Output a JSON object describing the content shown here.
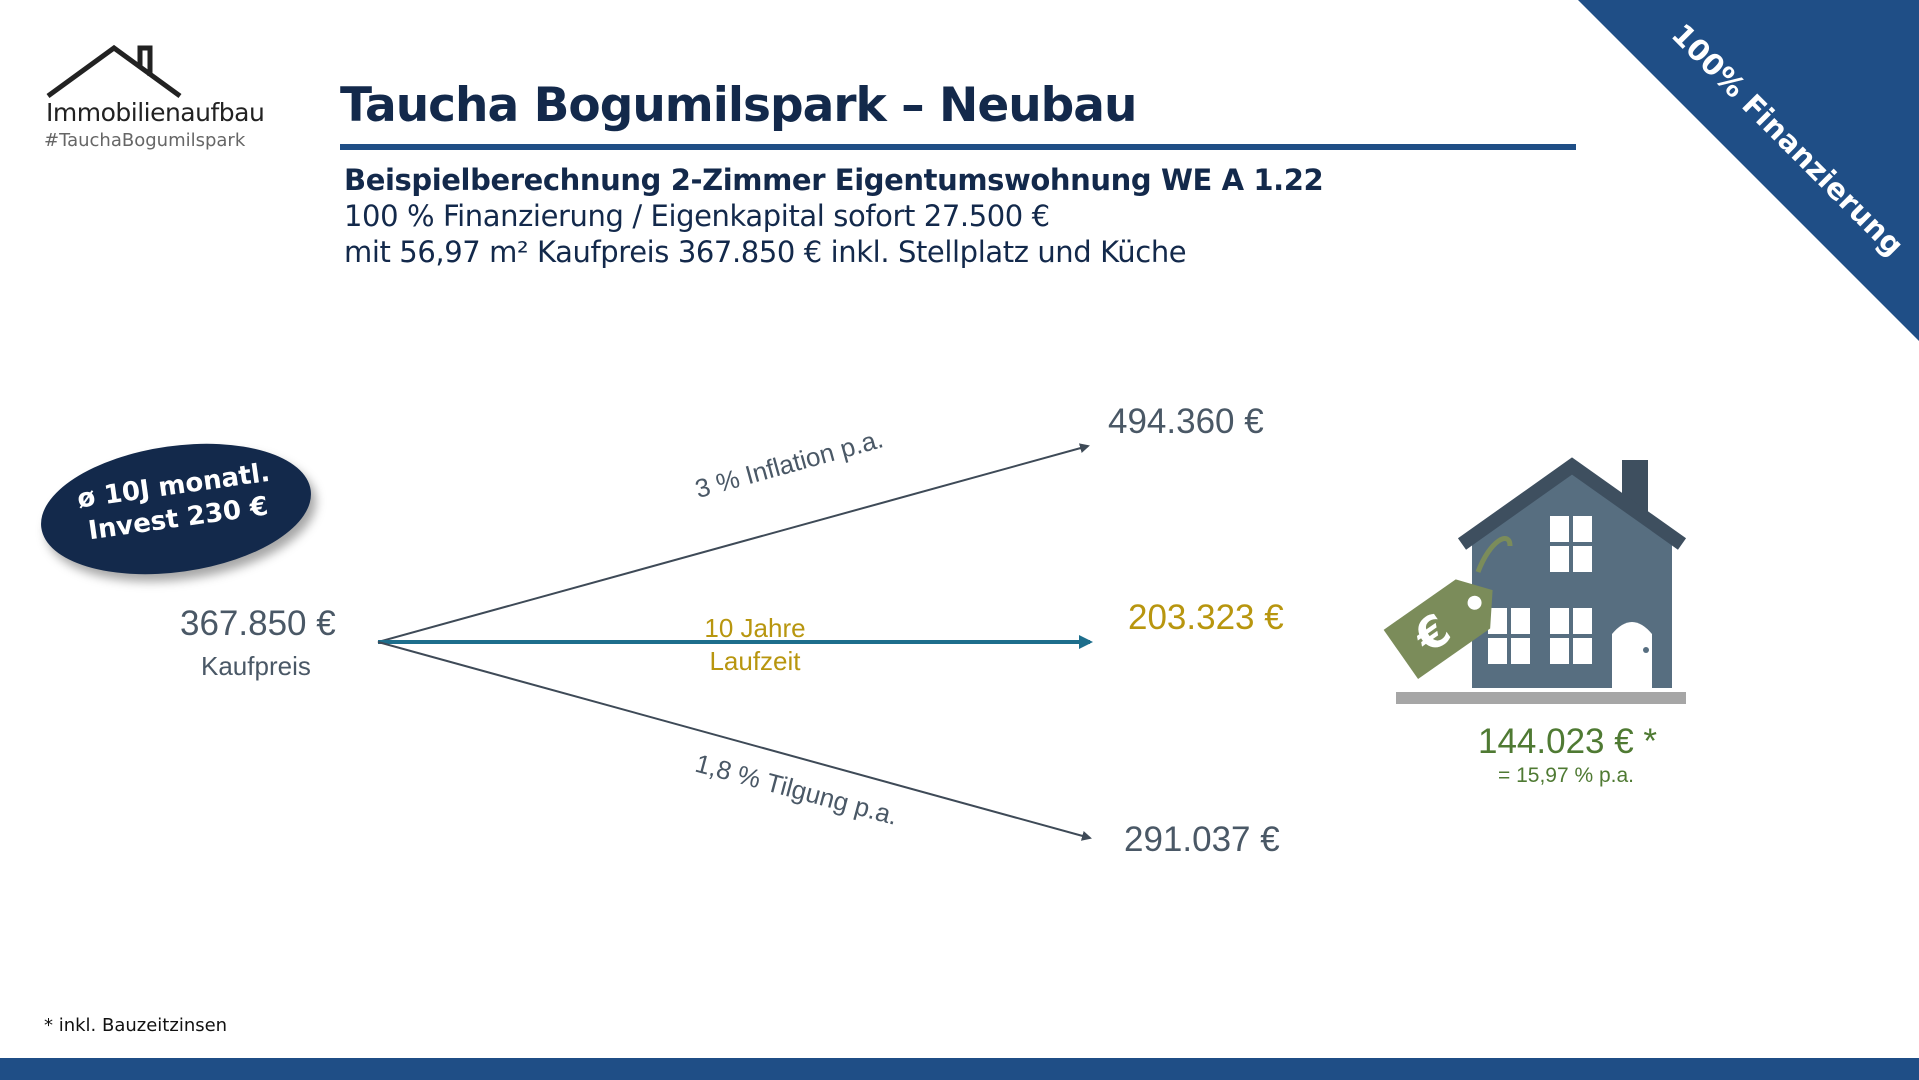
{
  "logo": {
    "name": "Immobilienaufbau",
    "hashtag": "#TauchaBogumilspark"
  },
  "title": "Taucha Bogumilspark – Neubau",
  "subtitle": {
    "line1": "Beispielberechnung 2-Zimmer Eigentumswohnung WE A 1.22",
    "line2": "100 % Finanzierung / Eigenkapital sofort 27.500 €",
    "line3": "mit 56,97 m² Kaufpreis 367.850 € inkl. Stellplatz und Küche"
  },
  "ribbon": "100% Finanzierung",
  "badge": {
    "line1": "ø 10J monatl.",
    "line2": "Invest 230 €"
  },
  "diagram": {
    "kaufpreis_value": "367.850 €",
    "kaufpreis_label": "Kaufpreis",
    "top_value": "494.360 €",
    "top_label": "3 % Inflation p.a.",
    "middle_value": "203.323 €",
    "middle_label_1": "10 Jahre",
    "middle_label_2": "Laufzeit",
    "bottom_value": "291.037 €",
    "bottom_label": "1,8 % Tilgung p.a.",
    "gain_value": "144.023 € *",
    "gain_percent": "= 15,97 % p.a."
  },
  "footnote": "* inkl. Bauzeitzinsen",
  "colors": {
    "navy": "#13294b",
    "blue": "#1f4e86",
    "teal_arrow": "#1d6e8c",
    "gold": "#b8960f",
    "green": "#4f7a33",
    "house": "#576e80",
    "tag": "#7b8c5a"
  },
  "icons": [
    "house-roof-logo-icon",
    "house-icon",
    "euro-price-tag-icon"
  ]
}
